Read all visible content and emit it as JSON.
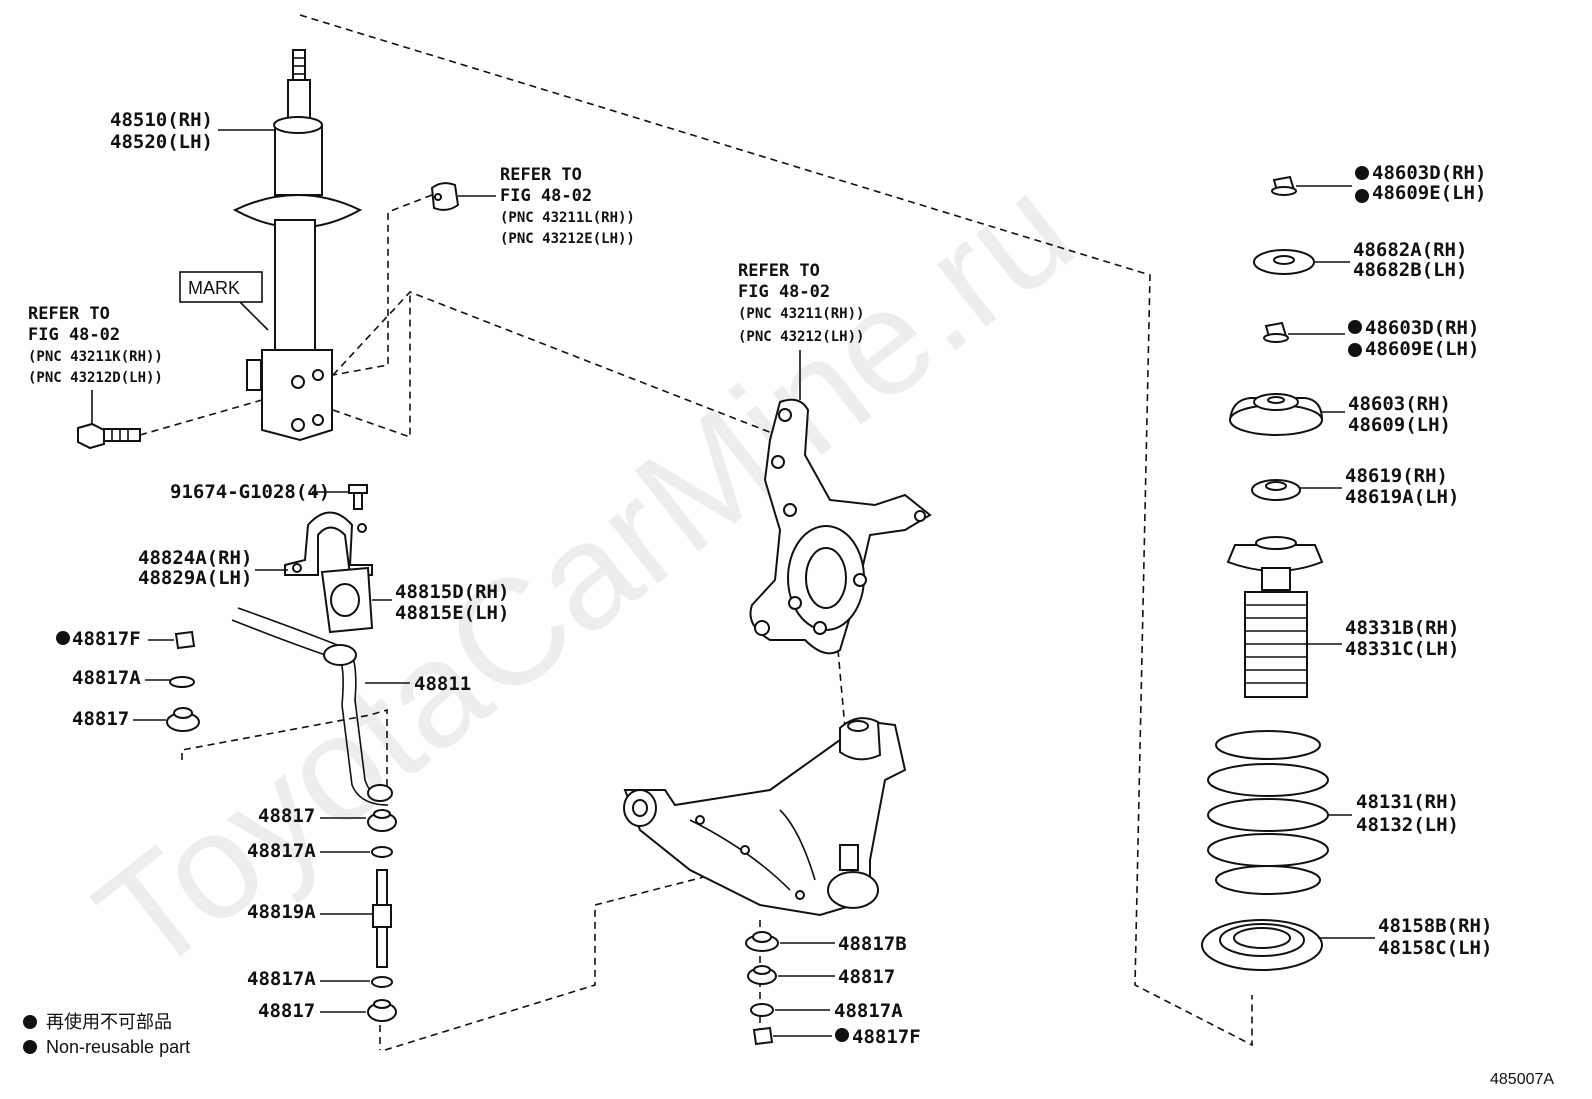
{
  "watermark": "ToyotaCarMine.ru",
  "figure_code": "485007A",
  "legend": {
    "cn": "再使用不可部品",
    "en": "Non-reusable part"
  },
  "mark_label": "MARK",
  "refs": {
    "left": {
      "l1": "REFER TO",
      "l2": "FIG 48-02",
      "l3": "(PNC 43211K(RH))",
      "l4": "(PNC 43212D(LH))"
    },
    "top": {
      "l1": "REFER TO",
      "l2": "FIG 48-02",
      "l3": "(PNC 43211L(RH))",
      "l4": "(PNC 43212E(LH))"
    },
    "mid": {
      "l1": "REFER TO",
      "l2": "FIG 48-02",
      "l3": "(PNC 43211(RH))",
      "l4": "(PNC 43212(LH))"
    }
  },
  "parts": {
    "shock_rh": "48510(RH)",
    "shock_lh": "48520(LH)",
    "bolt": "91674-G1028(4)",
    "bracket_rh": "48824A(RH)",
    "bracket_lh": "48829A(LH)",
    "bushing_rh": "48815D(RH)",
    "bushing_lh": "48815E(LH)",
    "stabilizer": "48811",
    "nut_f": "48817F",
    "washer_a": "48817A",
    "cushion": "48817",
    "link_cushion1": "48817",
    "link_washer1": "48817A",
    "link_bolt": "48819A",
    "link_washer2": "48817A",
    "link_cushion2": "48817",
    "mid_b": "48817B",
    "mid_cushion": "48817",
    "mid_washer": "48817A",
    "mid_nut_f": "48817F",
    "nut1_rh": "48603D(RH)",
    "nut1_lh": "48609E(LH)",
    "retainer_rh": "48682A(RH)",
    "retainer_lh": "48682B(LH)",
    "nut2_rh": "48603D(RH)",
    "nut2_lh": "48609E(LH)",
    "support_rh": "48603(RH)",
    "support_lh": "48609(LH)",
    "seat_rh": "48619(RH)",
    "seat_lh": "48619A(LH)",
    "boot_rh": "48331B(RH)",
    "boot_lh": "48331C(LH)",
    "spring_rh": "48131(RH)",
    "spring_lh": "48132(LH)",
    "insulator_rh": "48158B(RH)",
    "insulator_lh": "48158C(LH)"
  }
}
